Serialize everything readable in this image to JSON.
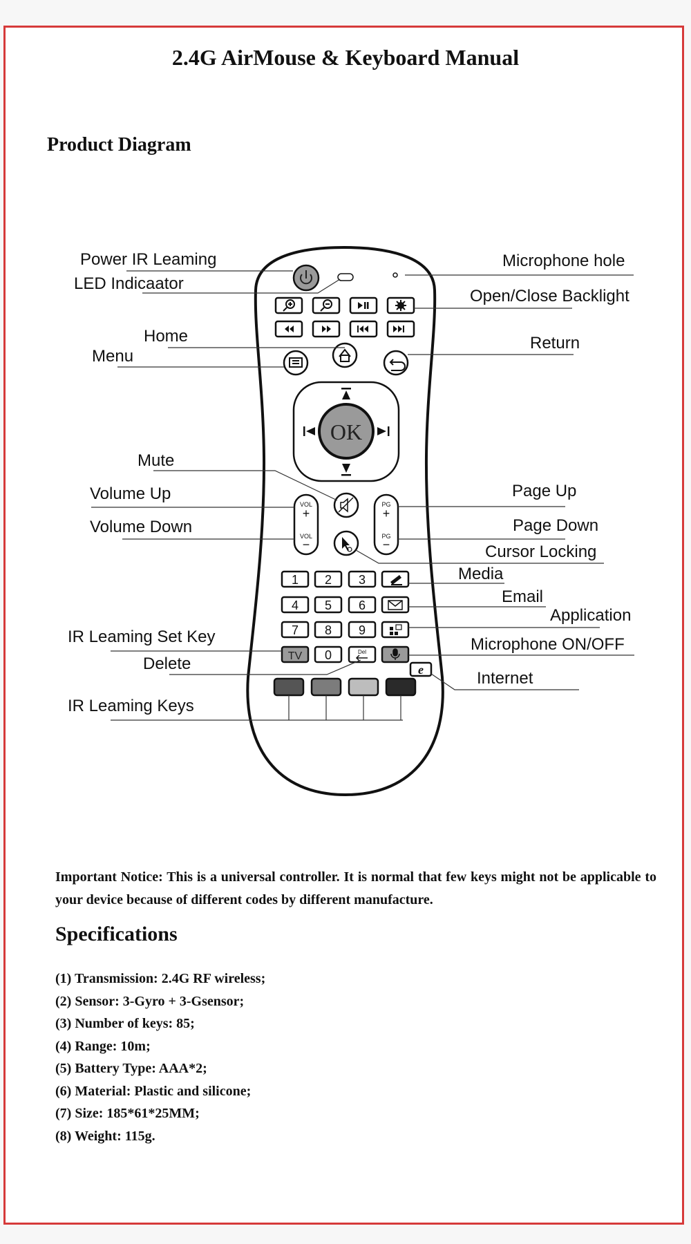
{
  "title": "2.4G AirMouse & Keyboard Manual",
  "product_diagram_heading": "Product Diagram",
  "labels": {
    "power": "Power IR Leaming",
    "led": "LED Indicaator",
    "home": "Home",
    "menu": "Menu",
    "mute": "Mute",
    "volume_up": "Volume Up",
    "volume_down": "Volume Down",
    "ir_set_key": "IR Leaming Set Key",
    "delete": "Delete",
    "ir_keys": "IR Leaming Keys",
    "microphone_hole": "Microphone hole",
    "backlight": "Open/Close Backlight",
    "return": "Return",
    "page_up": "Page Up",
    "page_down": "Page Down",
    "cursor_locking": "Cursor Locking",
    "media": "Media",
    "email": "Email",
    "application": "Application",
    "microphone_onoff": "Microphone ON/OFF",
    "internet": "Internet"
  },
  "remote_keys": {
    "ok": "OK",
    "vol": "VOL",
    "pg": "PG",
    "plus": "+",
    "minus": "−",
    "del": "Del",
    "tv": "TV",
    "digits": [
      "1",
      "2",
      "3",
      "4",
      "5",
      "6",
      "7",
      "8",
      "9",
      "0"
    ],
    "internet_key": "e"
  },
  "notice": "Important Notice: This is a universal controller. It is normal that few keys might not be applicable to your device because of different codes by different manufacture.",
  "specifications_heading": "Specifications",
  "specifications": [
    "(1) Transmission: 2.4G RF wireless;",
    "(2) Sensor: 3-Gyro + 3-Gsensor;",
    "(3) Number of keys: 85;",
    "(4) Range: 10m;",
    "(5) Battery Type: AAA*2;",
    "(6) Material: Plastic and silicone;",
    "(7) Size: 185*61*25MM;",
    "(8) Weight: 115g."
  ]
}
